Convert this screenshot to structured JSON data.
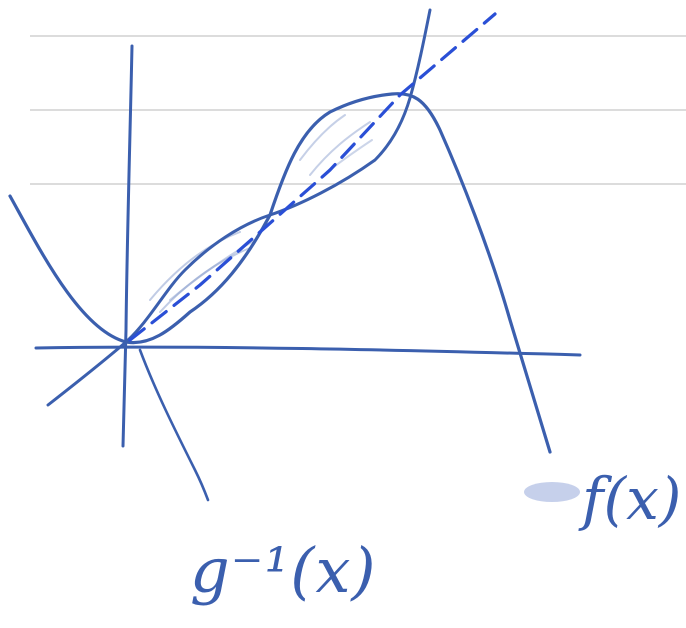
{
  "colors": {
    "paper": "#ffffff",
    "ruled_line": "#c8c8c8",
    "ink": "#3b5fae",
    "ink_light": "#8ea2cf",
    "dashed_line": "#2a4fd6",
    "smudge": "#b8c4e6"
  },
  "labels": {
    "g_inverse": "g⁻¹(x)",
    "f": "f(x)."
  },
  "elements": [
    "ruled-line-1",
    "ruled-line-2",
    "ruled-line-3",
    "x-axis",
    "y-axis",
    "f-curve",
    "g-inverse-curve",
    "dashed-diagonal-line",
    "shaded-region"
  ]
}
